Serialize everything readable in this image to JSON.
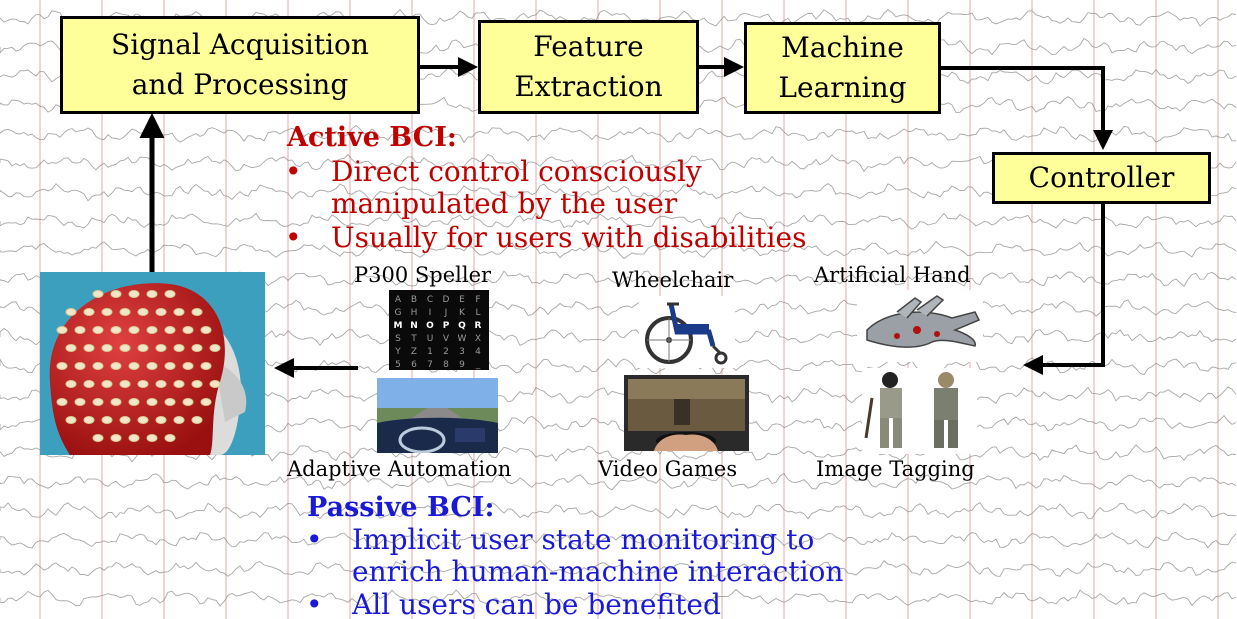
{
  "boxes": {
    "signal": {
      "line1": "Signal Acquisition",
      "line2": "and Processing"
    },
    "feature": {
      "line1": "Feature",
      "line2": "Extraction"
    },
    "ml": {
      "line1": "Machine",
      "line2": "Learning"
    },
    "controller": {
      "label": "Controller"
    }
  },
  "active": {
    "heading": "Active BCI:",
    "bullet_symbol": "•",
    "b1_line1": "Direct control consciously",
    "b1_line2": "manipulated by the user",
    "b2": "Usually for users with disabilities",
    "color": "#c00000"
  },
  "passive": {
    "heading": "Passive BCI:",
    "bullet_symbol": "•",
    "b1_line1": "Implicit user state monitoring to",
    "b1_line2": "enrich human-machine interaction",
    "b2": "All users can be benefited",
    "color": "#1a1ad6"
  },
  "applications": {
    "p300": "P300 Speller",
    "wheelchair": "Wheelchair",
    "hand": "Artificial Hand",
    "automation": "Adaptive Automation",
    "games": "Video Games",
    "tagging": "Image Tagging"
  },
  "speller_grid": [
    [
      "A",
      "B",
      "C",
      "D",
      "E",
      "F"
    ],
    [
      "G",
      "H",
      "I",
      "J",
      "K",
      "L"
    ],
    [
      "M",
      "N",
      "O",
      "P",
      "Q",
      "R"
    ],
    [
      "S",
      "T",
      "U",
      "V",
      "W",
      "X"
    ],
    [
      "Y",
      "Z",
      "1",
      "2",
      "3",
      "4"
    ],
    [
      "5",
      "6",
      "7",
      "8",
      "9",
      "_"
    ]
  ],
  "colors": {
    "box_fill": "#ffff99",
    "eeg_trace": "#8a8a8a",
    "eeg_grid": "#e9b8b8"
  },
  "icons": [
    "eeg-cap-photo",
    "p300-speller-image",
    "wheelchair-image",
    "artificial-hand-image",
    "driving-simulator-image",
    "video-game-image",
    "soldier-figures-image"
  ]
}
